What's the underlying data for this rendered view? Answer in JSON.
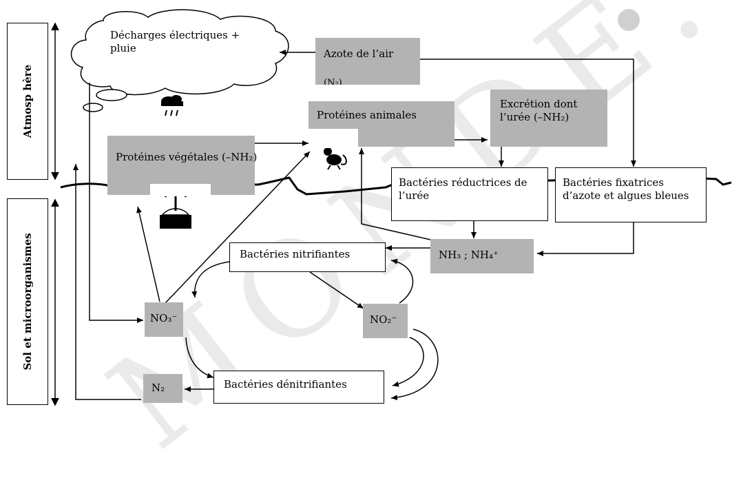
{
  "side_labels": {
    "atmosphere": "Atmosp hère",
    "soil": "Sol et microorganismes"
  },
  "watermark": "MONDE.",
  "nodes": {
    "cloud": "Décharges électriques + pluie",
    "azote_air": "Azote de l’air",
    "azote_air_formula": "(N₂)",
    "proteines_animales": "Protéines animales",
    "excretion": "Excrétion dont l’urée (–NH₂)",
    "proteines_vegetales": "Protéines végétales (–NH₂)",
    "bacteries_reductrices": "Bactéries réductrices de l’urée",
    "bacteries_fixatrices": "Bactéries fixatrices d’azote et algues bleues",
    "ammonium": "NH₃ ; NH₄⁺",
    "bacteries_nitrifiantes": "Bactéries nitrifiantes",
    "nitrate": "NO₃⁻",
    "nitrite": "NO₂⁻",
    "diazote": "N₂",
    "bacteries_denitrifiantes": "Bactéries dénitrifiantes"
  },
  "icons": [
    "rain-cloud-icon",
    "rat-icon",
    "palm-island-icon"
  ]
}
